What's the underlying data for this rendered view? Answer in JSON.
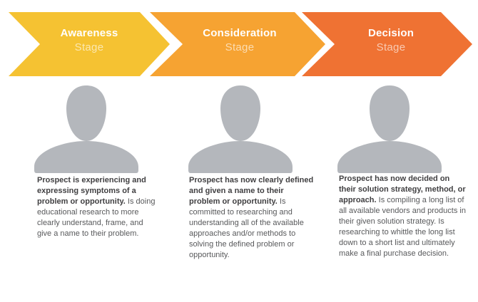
{
  "colors": {
    "stage1": "#F5C232",
    "stage2": "#F6A332",
    "stage3": "#EF7233",
    "silhouette": "#B4B7BC",
    "heading_text": "#414042",
    "body_text": "#58595B",
    "stage_label": "#FFFFFF"
  },
  "stages": [
    {
      "label": "Awareness",
      "sublabel": "Stage",
      "bold_text": "Prospect is experiencing and expressing symptoms of a problem or opportunity.",
      "body_text": "Is doing educational research to more clearly understand, frame, and give a name to their problem."
    },
    {
      "label": "Consideration",
      "sublabel": "Stage",
      "bold_text": "Prospect has now clearly defined and given a name to their problem or opportunity.",
      "body_text": "Is committed to researching and understanding all of the available approaches and/or methods to solving the defined problem or opportunity."
    },
    {
      "label": "Decision",
      "sublabel": "Stage",
      "bold_text": "Prospect has now decided on their solution strategy, method, or approach.",
      "body_text": "Is compiling a long list of all available vendors and products in their given solution strategy. Is researching to whittle the long list down to a short list and ultimately make a final purchase decision."
    }
  ]
}
